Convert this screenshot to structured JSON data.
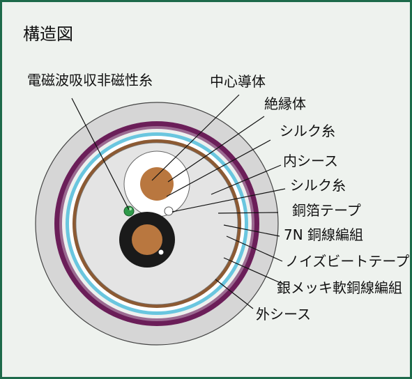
{
  "title": "構造図",
  "labels": {
    "emi_thread": "電磁波吸収非磁性糸",
    "center_conductor": "中心導体",
    "insulator": "絶縁体",
    "silk_thread_1": "シルク糸",
    "inner_sheath": "内シース",
    "silk_thread_2": "シルク糸",
    "copper_foil_tape": "銅箔テープ",
    "braid_7n": "7N 銅線編組",
    "noise_beat_tape": "ノイズビートテープ",
    "silver_braid": "銀メッキ軟銅線編組",
    "outer_sheath": "外シース"
  },
  "colors": {
    "border": "#1d6a4a",
    "background": "#eef2ee",
    "outer_sheath": "#d6d6d6",
    "purple_layer": "#6b1e59",
    "cyan_layer": "#6ac6df",
    "brown_layer": "#8c5a33",
    "copper": "#b9773f",
    "insulator_black": "#1a1a1a",
    "inner_sheath": "#e2e2e2",
    "emi_thread": "#2f9a4a"
  }
}
